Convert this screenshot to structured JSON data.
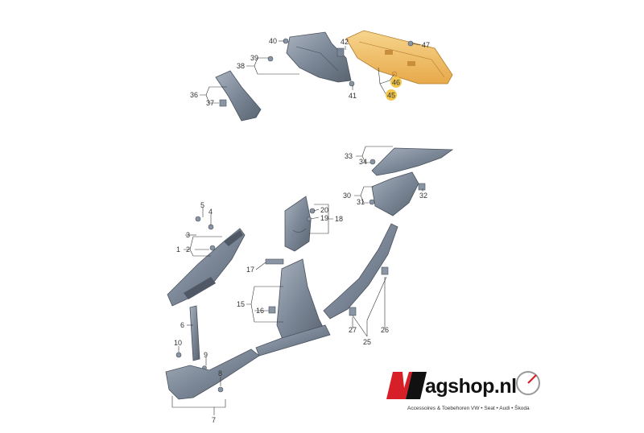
{
  "callouts": {
    "c1": "1",
    "c2": "2",
    "c3": "3",
    "c4": "4",
    "c5": "5",
    "c6": "6",
    "c7": "7",
    "c8": "8",
    "c9": "9",
    "c10": "10",
    "c15": "15",
    "c16": "16",
    "c17": "17",
    "c18": "18",
    "c19": "19",
    "c20": "20",
    "c25": "25",
    "c26": "26",
    "c27": "27",
    "c30": "30",
    "c31": "31",
    "c32": "32",
    "c33": "33",
    "c34": "34",
    "c36": "36",
    "c37": "37",
    "c38": "38",
    "c39": "39",
    "c40": "40",
    "c41": "41",
    "c42": "42",
    "c45": "45",
    "c46": "46",
    "c47": "47"
  },
  "colors": {
    "part_fill": "#7b8797",
    "part_dark": "#59626f",
    "part_light": "#a7b0bc",
    "highlight_part": "#f2c46a",
    "highlight_badge": "#f3c64b",
    "leader_line": "#333333",
    "logo_red": "#d61f26"
  },
  "logo": {
    "brand": "agshop.nl",
    "tagline": "Accessoires & Toebehoren VW • Seat • Audi • Škoda"
  }
}
